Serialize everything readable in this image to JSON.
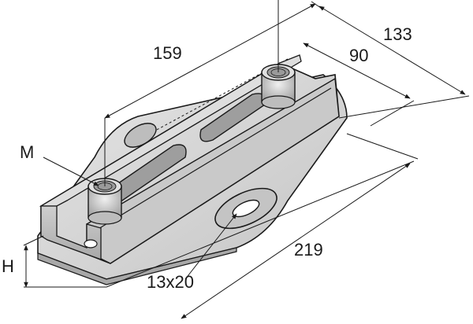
{
  "diagram": {
    "subject": "Channel base plate bracket with threaded sockets (isometric technical drawing)",
    "labels": {
      "dim_159": "159",
      "dim_133": "133",
      "dim_90": "90",
      "dim_219": "219",
      "thread": "M",
      "height": "H",
      "slot": "13x20"
    },
    "colors": {
      "metal_light": "#d9d9d9",
      "metal_mid": "#bdbdbd",
      "metal_dark": "#9a9a9a",
      "outline": "#1a1a1a",
      "background": "#ffffff"
    }
  }
}
